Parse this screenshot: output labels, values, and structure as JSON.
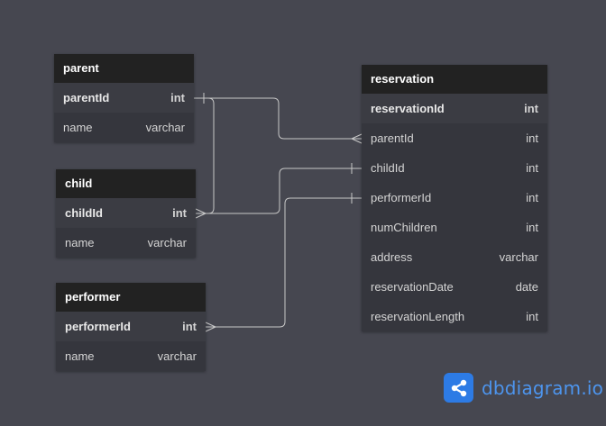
{
  "tables": {
    "parent": {
      "title": "parent",
      "fields": [
        {
          "name": "parentId",
          "type": "int"
        },
        {
          "name": "name",
          "type": "varchar"
        }
      ]
    },
    "child": {
      "title": "child",
      "fields": [
        {
          "name": "childId",
          "type": "int"
        },
        {
          "name": "name",
          "type": "varchar"
        }
      ]
    },
    "performer": {
      "title": "performer",
      "fields": [
        {
          "name": "performerId",
          "type": "int"
        },
        {
          "name": "name",
          "type": "varchar"
        }
      ]
    },
    "reservation": {
      "title": "reservation",
      "fields": [
        {
          "name": "reservationId",
          "type": "int"
        },
        {
          "name": "parentId",
          "type": "int"
        },
        {
          "name": "childId",
          "type": "int"
        },
        {
          "name": "performerId",
          "type": "int"
        },
        {
          "name": "numChildren",
          "type": "int"
        },
        {
          "name": "address",
          "type": "varchar"
        },
        {
          "name": "reservationDate",
          "type": "date"
        },
        {
          "name": "reservationLength",
          "type": "int"
        }
      ]
    }
  },
  "relationships": [
    {
      "from": "parent.parentId",
      "from_cardinality": "one",
      "to": "reservation.parentId",
      "to_cardinality": "many"
    },
    {
      "from": "parent.parentId",
      "from_cardinality": "one",
      "to": "child.childId",
      "to_cardinality": "many"
    },
    {
      "from": "reservation.childId",
      "from_cardinality": "one",
      "to": "child.childId",
      "to_cardinality": "many"
    },
    {
      "from": "reservation.performerId",
      "from_cardinality": "one",
      "to": "performer.performerId",
      "to_cardinality": "many"
    }
  ],
  "brand": {
    "name": "dbdiagram.io",
    "color": "#2d7be5"
  },
  "colors": {
    "canvas": "#464750",
    "table_header": "#222222",
    "table_body": "#35363d",
    "connector": "#c8c8c8"
  }
}
